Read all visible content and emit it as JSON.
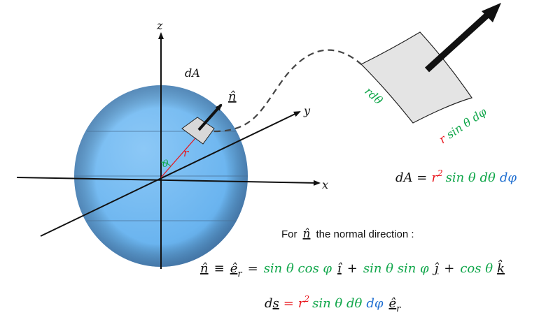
{
  "colors": {
    "red": "#e8141b",
    "green": "#10a64a",
    "blue": "#1f6fd1",
    "sphere": "#6ab4ef",
    "patch": "#d8d8d8"
  },
  "axes": {
    "z": "z",
    "y": "y",
    "x": "x"
  },
  "sphere_labels": {
    "dA": "dA",
    "normal": "n̂",
    "r": "r",
    "theta": "θ"
  },
  "patch_labels": {
    "r_dtheta": "rdθ",
    "r_sin": "r sin θ dφ",
    "r_sin_r": "r ",
    "r_sin_rest": "sin θ dφ"
  },
  "formula_dA": {
    "lhs": "dA =",
    "r2": "r",
    "exp": "2",
    "sin": "sin θ dθ",
    "dphi": "dφ"
  },
  "caption": {
    "prefix": "For",
    "n": "n̂",
    "suffix": "the normal direction :"
  },
  "formula_n": {
    "n": "n̂",
    "equiv": "≡",
    "er": "ê",
    "sub_r": "r",
    "eq": "=",
    "term1": "sin θ cos φ",
    "i": "î",
    "plus1": "+",
    "term2": "sin θ sin φ",
    "j": "ĵ",
    "plus2": "+",
    "term3": "cos θ",
    "k": "k̂"
  },
  "formula_ds": {
    "d": "d",
    "s": "s",
    "eq": "=",
    "r2": "r",
    "exp": "2",
    "sin": "sin θ dθ",
    "dphi": "dφ",
    "er": "ê",
    "sub_r": "r"
  }
}
